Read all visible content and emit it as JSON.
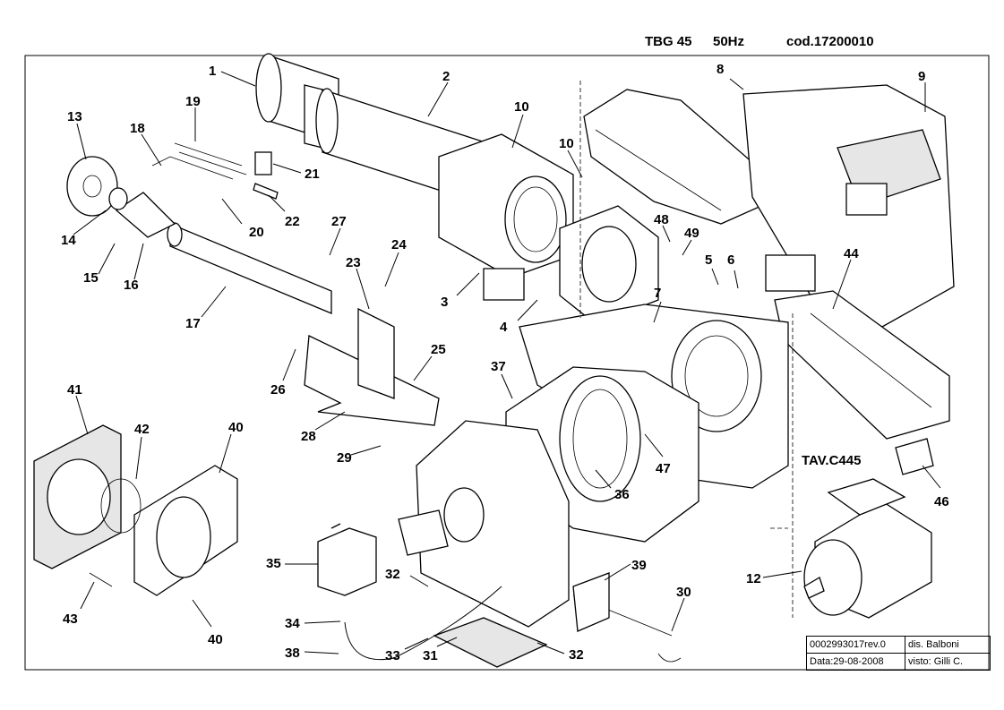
{
  "header": {
    "model": "TBG 45",
    "frequency": "50Hz",
    "code": "cod.17200010"
  },
  "table_ref": "TAV.C445",
  "parts": [
    "1",
    "2",
    "3",
    "4",
    "5",
    "6",
    "7",
    "8",
    "9",
    "10",
    "10",
    "12",
    "13",
    "14",
    "15",
    "16",
    "17",
    "18",
    "19",
    "20",
    "21",
    "22",
    "23",
    "24",
    "25",
    "26",
    "27",
    "28",
    "29",
    "30",
    "31",
    "32",
    "32",
    "33",
    "34",
    "35",
    "36",
    "37",
    "38",
    "39",
    "40",
    "40",
    "41",
    "42",
    "43",
    "44",
    "46",
    "47",
    "48",
    "49"
  ],
  "info": {
    "doc_code": "0002993017rev.0",
    "drawn_by": "dis. Balboni",
    "date": "Data:29-08-2008",
    "checked_by": "visto: Gilli C."
  }
}
